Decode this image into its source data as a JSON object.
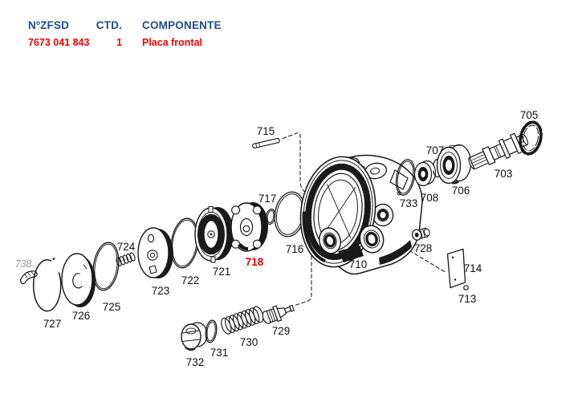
{
  "table": {
    "headers": {
      "part_no": "NºZFSD",
      "qty": "CTD.",
      "component": "COMPONENTE"
    },
    "row": {
      "part_no": "7673 041 843",
      "qty": "1",
      "component": "Placa frontal"
    }
  },
  "colors": {
    "header_text": "#1d4d91",
    "row_text": "#f40000",
    "highlight_label": "#e10000",
    "ghost_label": "#9a9a9a",
    "ink": "#1a1a1a",
    "background": "#ffffff"
  },
  "diagram": {
    "highlighted_part": "718",
    "labels": [
      {
        "id": "715",
        "text": "715"
      },
      {
        "id": "717",
        "text": "717"
      },
      {
        "id": "716",
        "text": "716"
      },
      {
        "id": "710",
        "text": "710"
      },
      {
        "id": "733",
        "text": "733"
      },
      {
        "id": "708",
        "text": "708"
      },
      {
        "id": "707",
        "text": "707"
      },
      {
        "id": "706",
        "text": "706"
      },
      {
        "id": "703",
        "text": "703"
      },
      {
        "id": "705",
        "text": "705"
      },
      {
        "id": "728",
        "text": "728"
      },
      {
        "id": "714",
        "text": "714"
      },
      {
        "id": "713",
        "text": "713"
      },
      {
        "id": "729",
        "text": "729"
      },
      {
        "id": "730",
        "text": "730"
      },
      {
        "id": "731",
        "text": "731"
      },
      {
        "id": "732",
        "text": "732"
      },
      {
        "id": "718",
        "text": "718"
      },
      {
        "id": "721",
        "text": "721"
      },
      {
        "id": "722",
        "text": "722"
      },
      {
        "id": "723",
        "text": "723"
      },
      {
        "id": "724",
        "text": "724"
      },
      {
        "id": "725",
        "text": "725"
      },
      {
        "id": "726",
        "text": "726"
      },
      {
        "id": "727",
        "text": "727"
      },
      {
        "id": "738",
        "text": "738"
      }
    ]
  }
}
